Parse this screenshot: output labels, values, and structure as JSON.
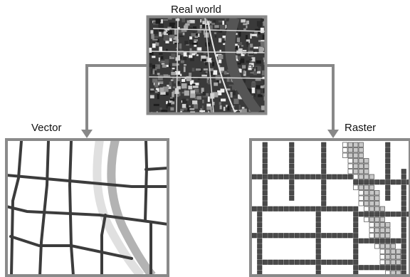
{
  "labels": {
    "real_world": "Real world",
    "vector": "Vector",
    "raster": "Raster"
  },
  "colors": {
    "frame": "#8a8a8a",
    "connector": "#888888",
    "street": "#3c3c3c",
    "river_vector_light": "#e0e0e0",
    "river_vector_dark": "#b3b3b3",
    "raster_street_cell": "#4a4a4a",
    "raster_river_cell": "#c8c8c8",
    "raster_river_edge_cell": "#ffffff",
    "aerial_base": "#3a3a3a"
  },
  "icons": {
    "arrow_left": "arrow-down-icon",
    "arrow_right": "arrow-down-icon"
  }
}
